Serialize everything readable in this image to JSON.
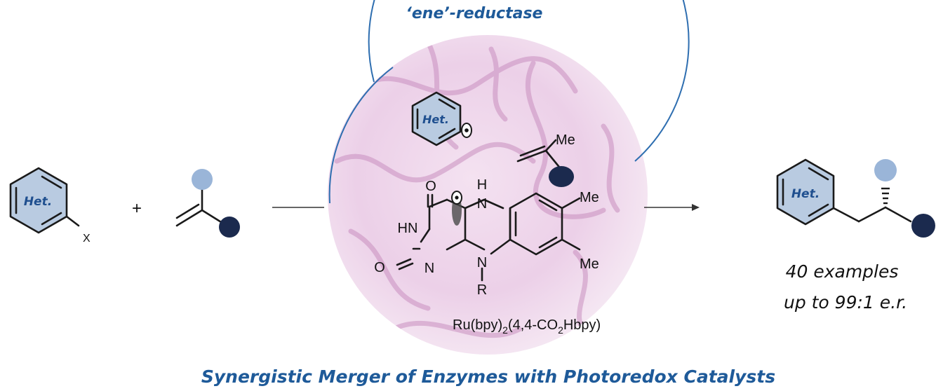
{
  "header": {
    "enzyme_label": "‘ene’-reductase"
  },
  "footer": {
    "tagline": "Synergistic Merger of Enzymes with Photoredox Catalysts"
  },
  "reactants": {
    "aryl_label": "Het.",
    "leaving_group": "X",
    "plus": "+"
  },
  "enzyme_pocket": {
    "radical_label": "Het.",
    "alkene_substituent": "Me",
    "flavin": {
      "carbonyl_top": "O",
      "nh_left": "HN",
      "carbonyl_bottom": "O",
      "n_ring": "N",
      "nh_top": "H",
      "n_top": "N",
      "n_bottom": "N",
      "r_group": "R",
      "me_top": "Me",
      "me_bottom": "Me"
    },
    "photocatalyst": {
      "part1": "Ru(bpy)",
      "sub1": "2",
      "part2": "(4,4-CO",
      "sub2": "2",
      "part3": "Hbpy)"
    }
  },
  "product": {
    "aryl_label": "Het.",
    "examples": "40 examples",
    "selectivity": "up to 99:1 e.r."
  },
  "colors": {
    "accent_blue": "#1e5a99",
    "light_blue_ball": "#9ab5d8",
    "dark_navy_ball": "#1b2a4e",
    "ring_fill": "#b9cbe1",
    "protein_pink": "#e8c6e2"
  }
}
